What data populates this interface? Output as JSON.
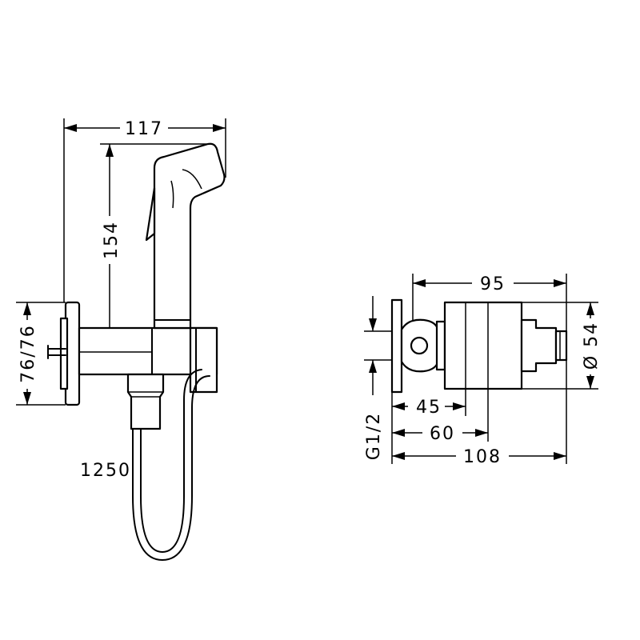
{
  "left_view": {
    "width_dim": "117",
    "height_dim": "154",
    "vertical_dim": "76/76",
    "hose_dim": "1250"
  },
  "right_view": {
    "top_dim": "95",
    "diameter_dim": "Ø 54",
    "dim_45": "45",
    "dim_60": "60",
    "dim_108": "108",
    "thread_dim": "G1/2"
  }
}
